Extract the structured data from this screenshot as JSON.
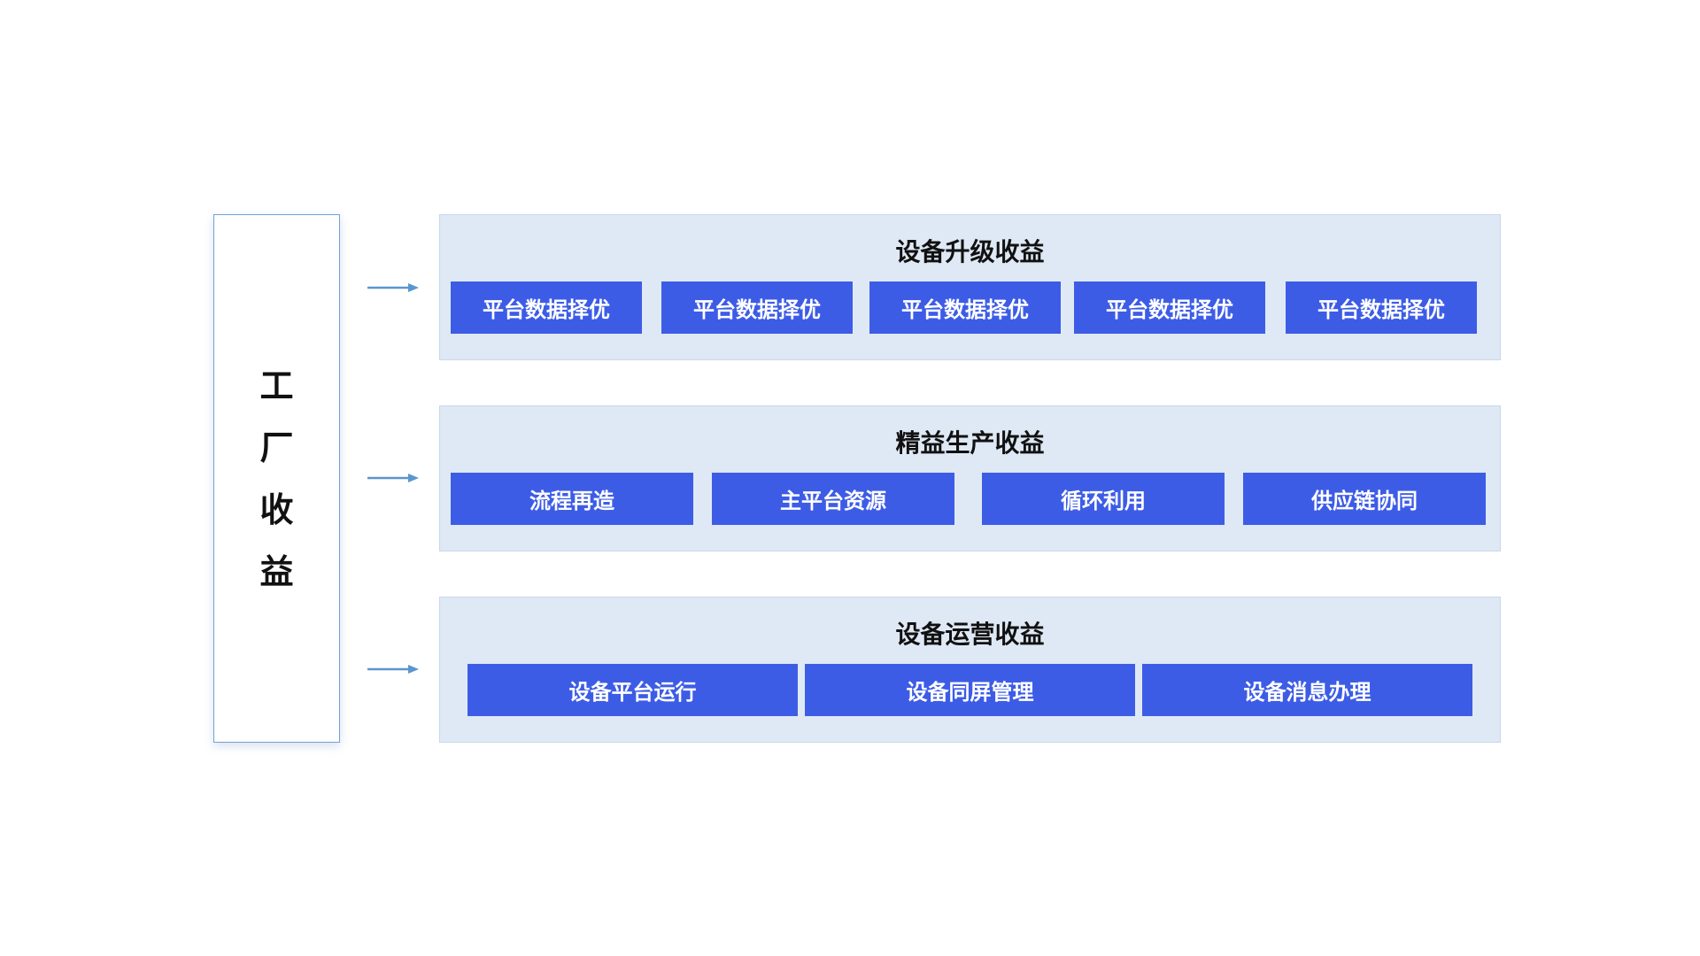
{
  "left_panel": {
    "chars": [
      "工",
      "厂",
      "收",
      "益"
    ]
  },
  "sections": [
    {
      "title": "设备升级收益",
      "items": [
        "平台数据择优",
        "平台数据择优",
        "平台数据择优",
        "平台数据择优",
        "平台数据择优"
      ]
    },
    {
      "title": "精益生产收益",
      "items": [
        "流程再造",
        "主平台资源",
        "循环利用",
        "供应链协同"
      ]
    },
    {
      "title": "设备运营收益",
      "items": [
        "设备平台运行",
        "设备同屏管理",
        "设备消息办理"
      ]
    }
  ],
  "colors": {
    "section_bg": "#dfe9f5",
    "tag_bg": "#3d5ce6",
    "arrow": "#5b95cf",
    "panel_border": "#6fa3d6"
  }
}
